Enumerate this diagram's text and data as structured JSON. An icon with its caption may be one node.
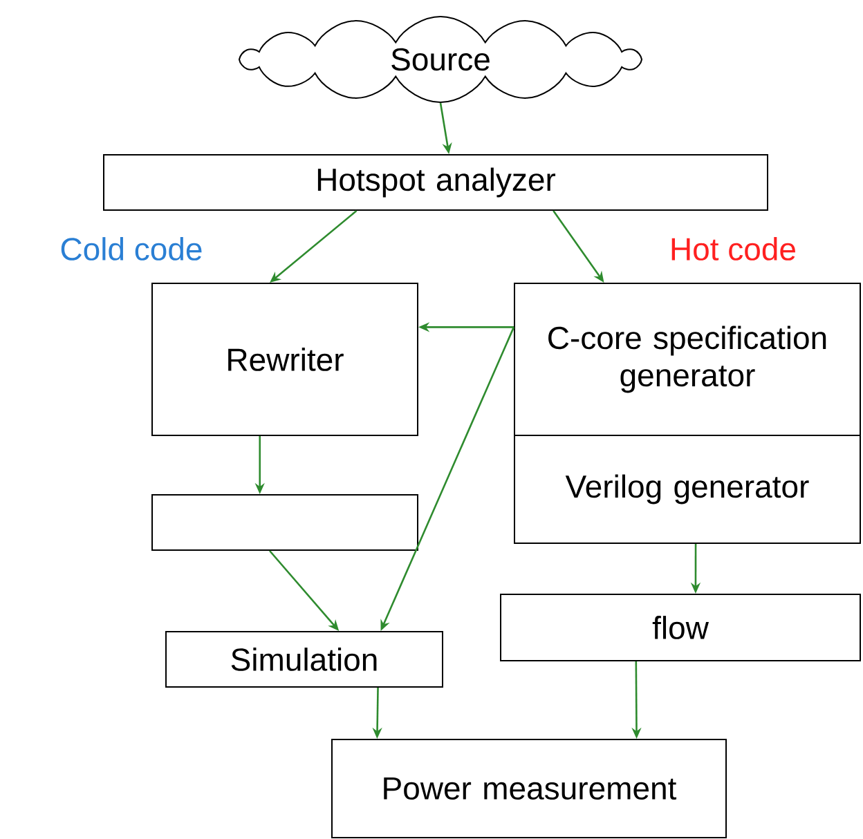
{
  "diagram": {
    "nodes": [
      {
        "text": [
          "Source"
        ]
      },
      {
        "text": [
          "Hotspot analyzer"
        ]
      },
      {
        "text": [
          "Rewriter"
        ]
      },
      {
        "text": [
          "C-core specification generator"
        ]
      },
      {
        "text": [
          "Verilog generator"
        ]
      },
      {
        "text": [],
        "shape": "box"
      },
      {
        "text": [
          "flow"
        ]
      },
      {
        "text": [
          "Simulation"
        ]
      },
      {
        "text": [
          "Power measurement"
        ]
      }
    ],
    "edges": [
      {
        "from": 0,
        "to": 1,
        "arrow": "to"
      },
      {
        "from": 1,
        "to": 2,
        "arrow": "to"
      },
      {
        "from": 1,
        "to": 3,
        "arrow": "to"
      },
      {
        "from": 3,
        "to": 2,
        "arrow": "to"
      },
      {
        "from": 3,
        "to": 7,
        "arrow": "to"
      },
      {
        "from": 2,
        "to": 5,
        "arrow": "to"
      },
      {
        "from": 5,
        "to": 7,
        "arrow": "to"
      },
      {
        "from": 4,
        "to": 6,
        "arrow": "to"
      },
      {
        "from": 7,
        "to": 8,
        "arrow": "to"
      },
      {
        "from": 6,
        "to": 8,
        "arrow": "to"
      }
    ],
    "labels": [
      "Cold code",
      "Hot code"
    ]
  }
}
